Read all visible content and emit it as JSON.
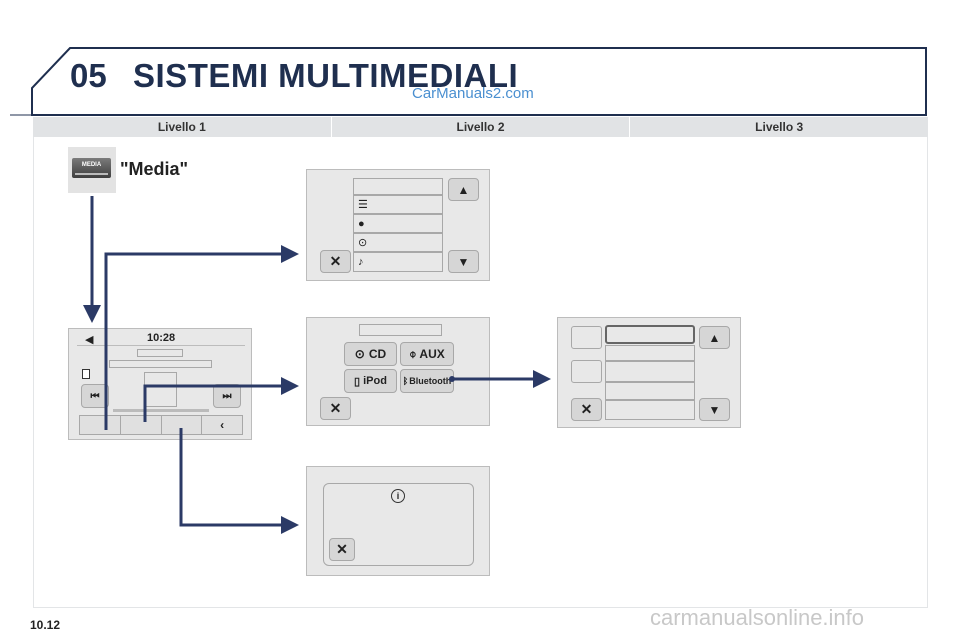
{
  "header": {
    "chapter": "05",
    "title": "SISTEMI MULTIMEDIALI",
    "watermark": "CarManuals2.com"
  },
  "levels": [
    "Livello 1",
    "Livello 2",
    "Livello 3"
  ],
  "media": {
    "button_text": "MEDIA",
    "label": "\"Media\""
  },
  "main_screen": {
    "time": "10:28"
  },
  "source_screen": {
    "cd": "CD",
    "aux": "AUX",
    "ipod": "iPod",
    "bluetooth": "Bluetooth"
  },
  "footer": {
    "page": "10.12",
    "site": "carmanualsonline.info"
  },
  "colors": {
    "arrow": "#2b3a66",
    "title": "#1f2f4f",
    "watermark": "#4a8fd0"
  }
}
